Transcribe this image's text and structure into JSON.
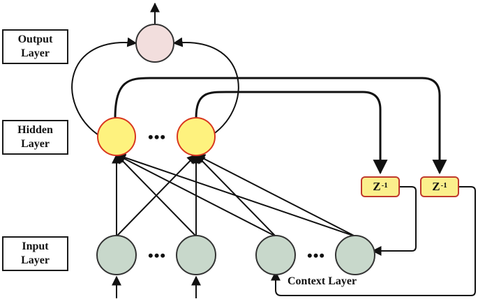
{
  "labels": {
    "output_line1": "Output",
    "output_line2": "Layer",
    "hidden_line1": "Hidden",
    "hidden_line2": "Layer",
    "input_line1": "Input",
    "input_line2": "Layer",
    "context": "Context Layer"
  },
  "delay": {
    "base": "Z",
    "exponent": "-1"
  },
  "ellipsis": "•••",
  "colors": {
    "output_node_fill": "#f2dedd",
    "hidden_node_fill": "#fef27e",
    "hidden_node_stroke": "#d9371f",
    "input_node_fill": "#c8d8cb",
    "delay_fill": "#fbef8c",
    "delay_stroke": "#c0392b",
    "line": "#111111"
  }
}
